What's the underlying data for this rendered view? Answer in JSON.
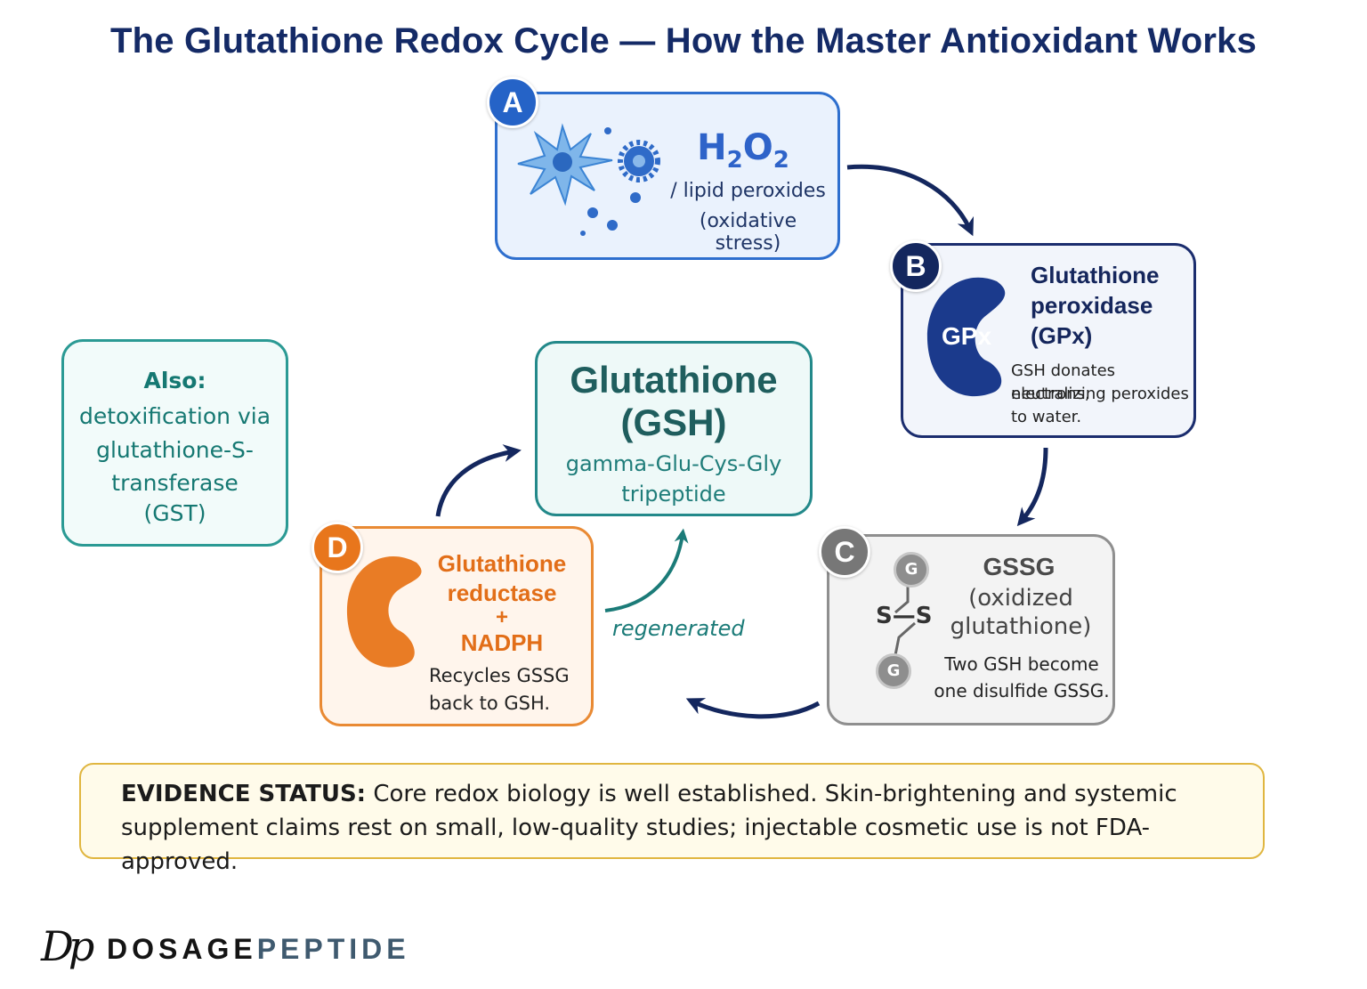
{
  "title": "The Glutathione Redox Cycle — How the Master Antioxidant Works",
  "node_a": {
    "badge": "A",
    "formula": {
      "h": "H",
      "sub1": "2",
      "o": "O",
      "sub2": "2"
    },
    "line1": "/ lipid peroxides",
    "line2": "(oxidative stress)"
  },
  "node_b": {
    "badge": "B",
    "enzyme_label": "GPx",
    "title_lines": [
      "Glutathione",
      "peroxidase",
      "(GPx)"
    ],
    "desc_lines": [
      "GSH donates electrons,",
      "neutralizing peroxides",
      "to water."
    ]
  },
  "node_c": {
    "badge": "C",
    "title": "GSSG",
    "sub_lines": [
      "(oxidized",
      "glutathione)"
    ],
    "desc_lines": [
      "Two GSH become",
      "one disulfide GSSG."
    ],
    "g_label": "G",
    "s_label": "S—S"
  },
  "node_d": {
    "badge": "D",
    "title_lines": [
      "Glutathione",
      "reductase",
      "+",
      "NADPH"
    ],
    "desc_lines": [
      "Recycles GSSG",
      "back to GSH."
    ]
  },
  "center": {
    "title_lines": [
      "Glutathione",
      "(GSH)"
    ],
    "sub_lines": [
      "gamma-Glu-Cys-Gly",
      "tripeptide"
    ]
  },
  "side_note": {
    "head": "Also:",
    "lines": [
      "detoxification via",
      "glutathione-S-",
      "transferase",
      "(GST)"
    ]
  },
  "regenerated_label": "regenerated",
  "evidence": {
    "label": "EVIDENCE STATUS:",
    "text": "Core redox biology is well established. Skin-brightening and systemic supplement claims rest on small, low-quality studies; injectable cosmetic use is not FDA-approved."
  },
  "logo": {
    "mark": "Dp",
    "part1": "DOSAGE",
    "part2": "PEPTIDE"
  },
  "colors": {
    "title": "#142a66",
    "node_a": "#2e6fce",
    "node_b": "#1b2d6e",
    "node_c": "#8f8f8f",
    "node_d": "#e98a34",
    "center": "#23898a",
    "evidence_border": "#e0b640"
  }
}
